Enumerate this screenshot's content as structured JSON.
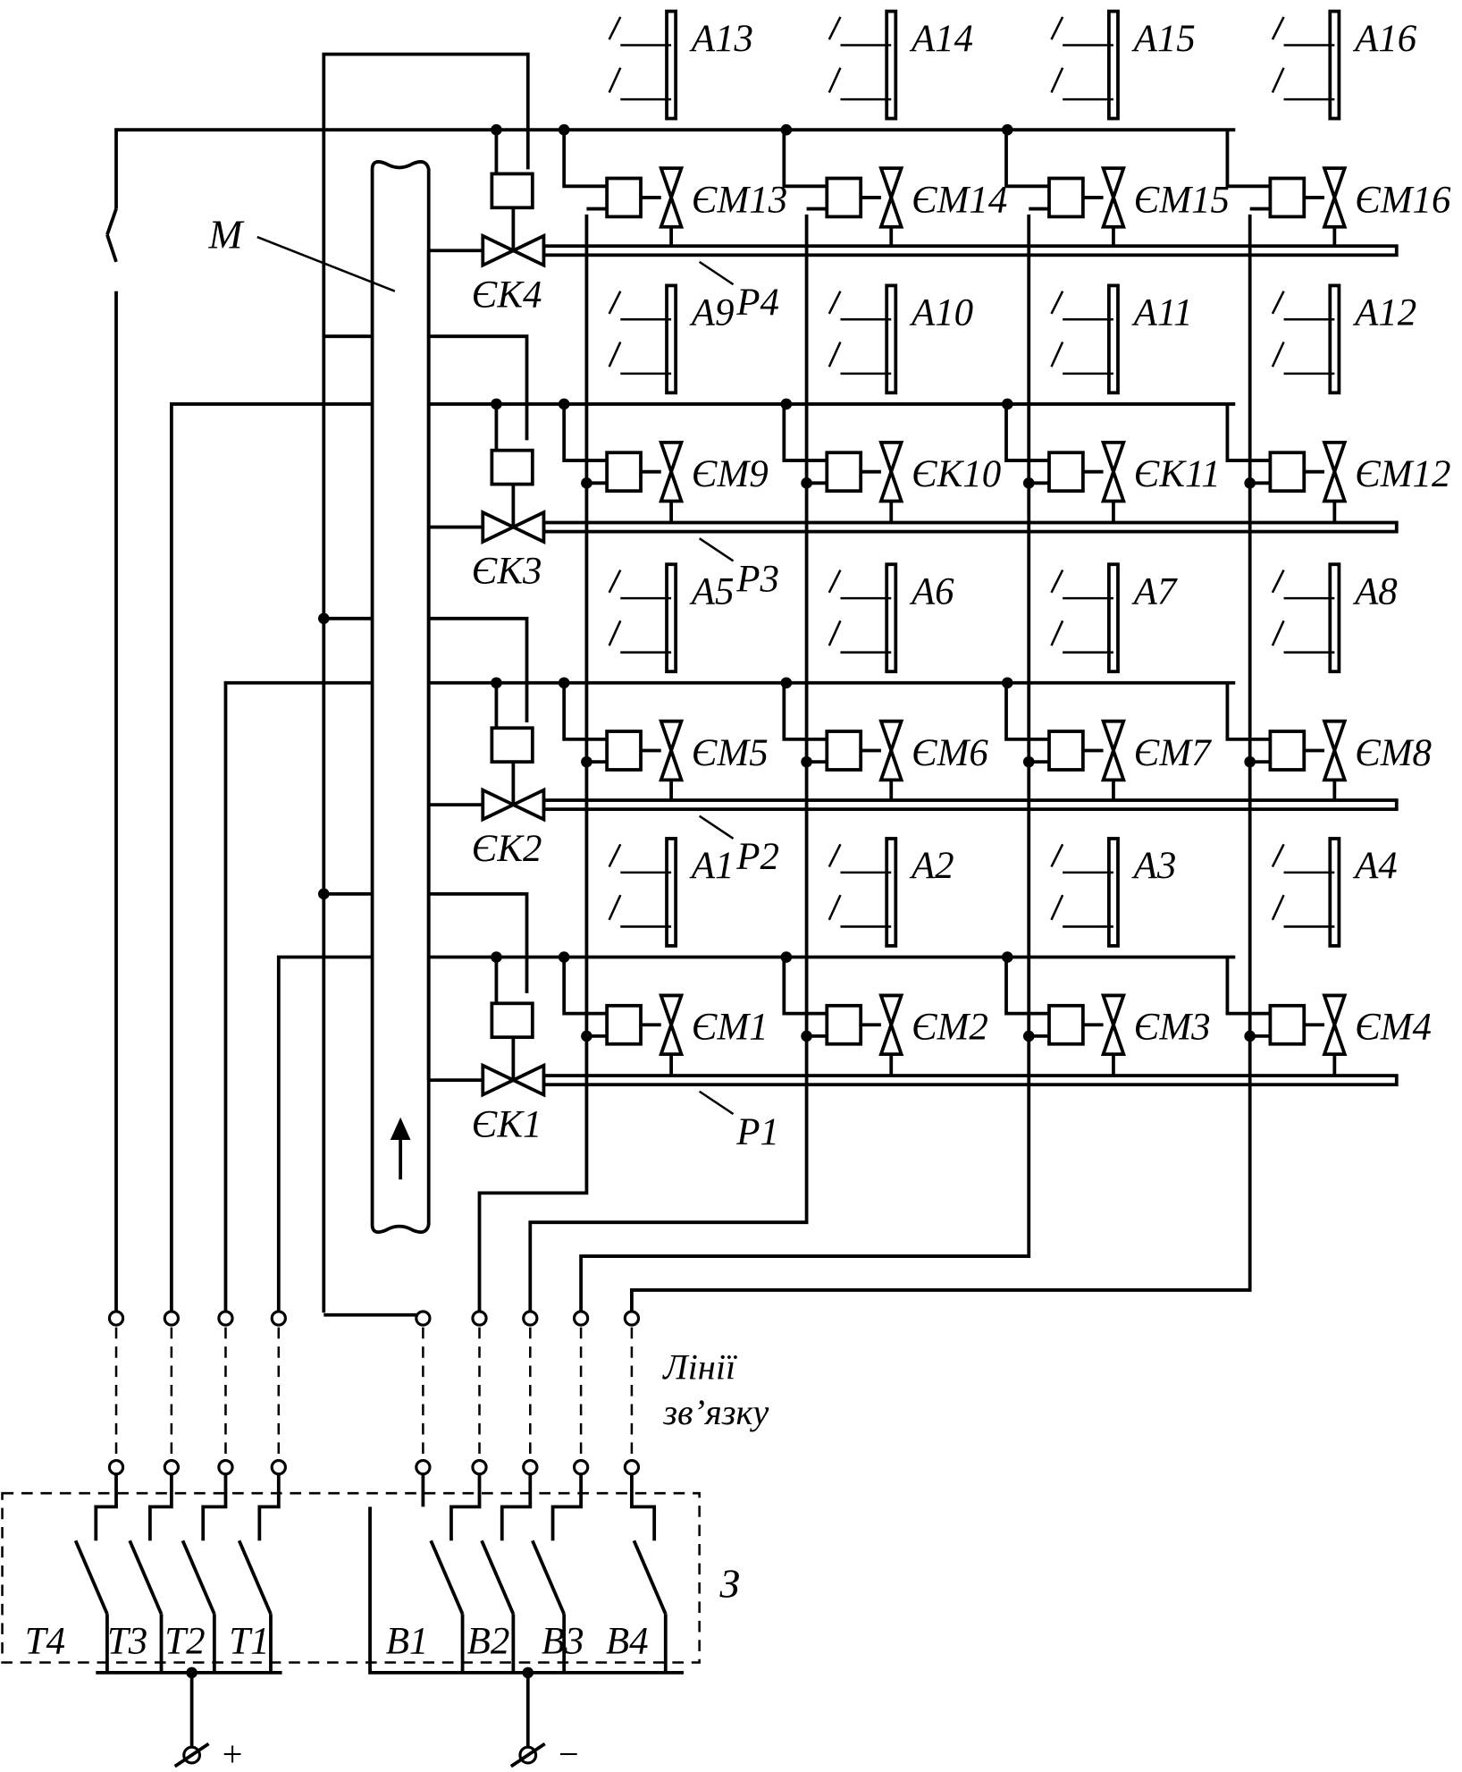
{
  "colors": {
    "line": "#000000",
    "background": "#ffffff"
  },
  "actuator_labels": [
    "A1",
    "A2",
    "A3",
    "A4",
    "A5",
    "A6",
    "A7",
    "A8",
    "A9",
    "A10",
    "A11",
    "A12",
    "A13",
    "A14",
    "A15",
    "A16"
  ],
  "valve_labels": [
    "ЄM1",
    "ЄM2",
    "ЄM3",
    "ЄM4",
    "ЄM5",
    "ЄM6",
    "ЄM7",
    "ЄM8",
    "ЄM9",
    "ЄK10",
    "ЄK11",
    "ЄM12",
    "ЄM13",
    "ЄM14",
    "ЄM15",
    "ЄM16"
  ],
  "pressure_valve_labels": [
    "ЄK1",
    "ЄK2",
    "ЄK3",
    "ЄK4"
  ],
  "pipe_labels": [
    "P1",
    "P2",
    "P3",
    "P4"
  ],
  "main_pipe_label": "M",
  "link_lines_label": [
    "Лінії",
    "зв’язку"
  ],
  "control_unit_label": "З",
  "switch_labels_t": [
    "T4",
    "T3",
    "T2",
    "T1"
  ],
  "switch_labels_b": [
    "B1",
    "B2",
    "B3",
    "B4"
  ],
  "polarity": {
    "plus": "+",
    "minus": "−"
  }
}
